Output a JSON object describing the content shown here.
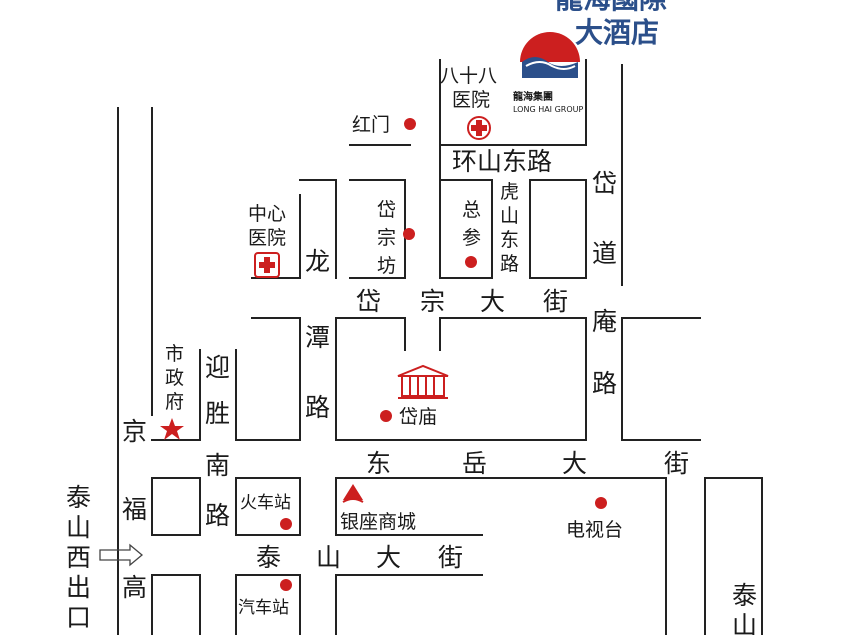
{
  "colors": {
    "road": "#222222",
    "marker": "#cc1f1f",
    "brand_blue": "#2b4f8a",
    "text": "#1a1a1a"
  },
  "hotel": {
    "name_line1": "龍海國際",
    "name_line2": "大酒店",
    "logo_text": "龍海集團",
    "logo_sub": "LONG HAI GROUP",
    "icon": "sun-wave-logo-icon"
  },
  "streets": {
    "huanshan_east_road": "环山东路",
    "huashan_east_road_chars": [
      "虎",
      "山",
      "东",
      "路"
    ],
    "daidao_an_road_chars": [
      "岱",
      "道",
      "庵",
      "路"
    ],
    "longtan_road_chars": [
      "龙",
      "潭",
      "路"
    ],
    "daizong_street_chars": [
      "岱",
      "宗",
      "大",
      "街"
    ],
    "yingsheng_south_road_chars": [
      "迎",
      "胜",
      "南",
      "路"
    ],
    "dongyue_street_chars": [
      "东",
      "岳",
      "大",
      "街"
    ],
    "jingfugao_chars": [
      "京",
      "福",
      "高"
    ],
    "taishan_street_chars": [
      "泰",
      "山",
      "大",
      "街"
    ],
    "taishan_west_exit_chars": [
      "泰",
      "山",
      "西",
      "出",
      "口"
    ],
    "taishan_right_chars": [
      "泰",
      "山"
    ]
  },
  "pois": {
    "hospital_88_line1": "八十八",
    "hospital_88_line2": "医院",
    "hongmen": "红门",
    "center_hospital_line1": "中心",
    "center_hospital_line2": "医院",
    "daizongfang_chars": [
      "岱",
      "宗",
      "坊"
    ],
    "zongcan_chars": [
      "总",
      "参"
    ],
    "city_gov_chars": [
      "市",
      "政",
      "府"
    ],
    "dai_temple": "岱庙",
    "train_station": "火车站",
    "yinzuo_mall": "银座商城",
    "tv_station": "电视台",
    "bus_station": "汽车站"
  },
  "icons": [
    "hospital-cross-icon",
    "star-icon",
    "temple-icon",
    "mall-logo-icon",
    "arrow-right-icon",
    "location-dot-icon"
  ]
}
